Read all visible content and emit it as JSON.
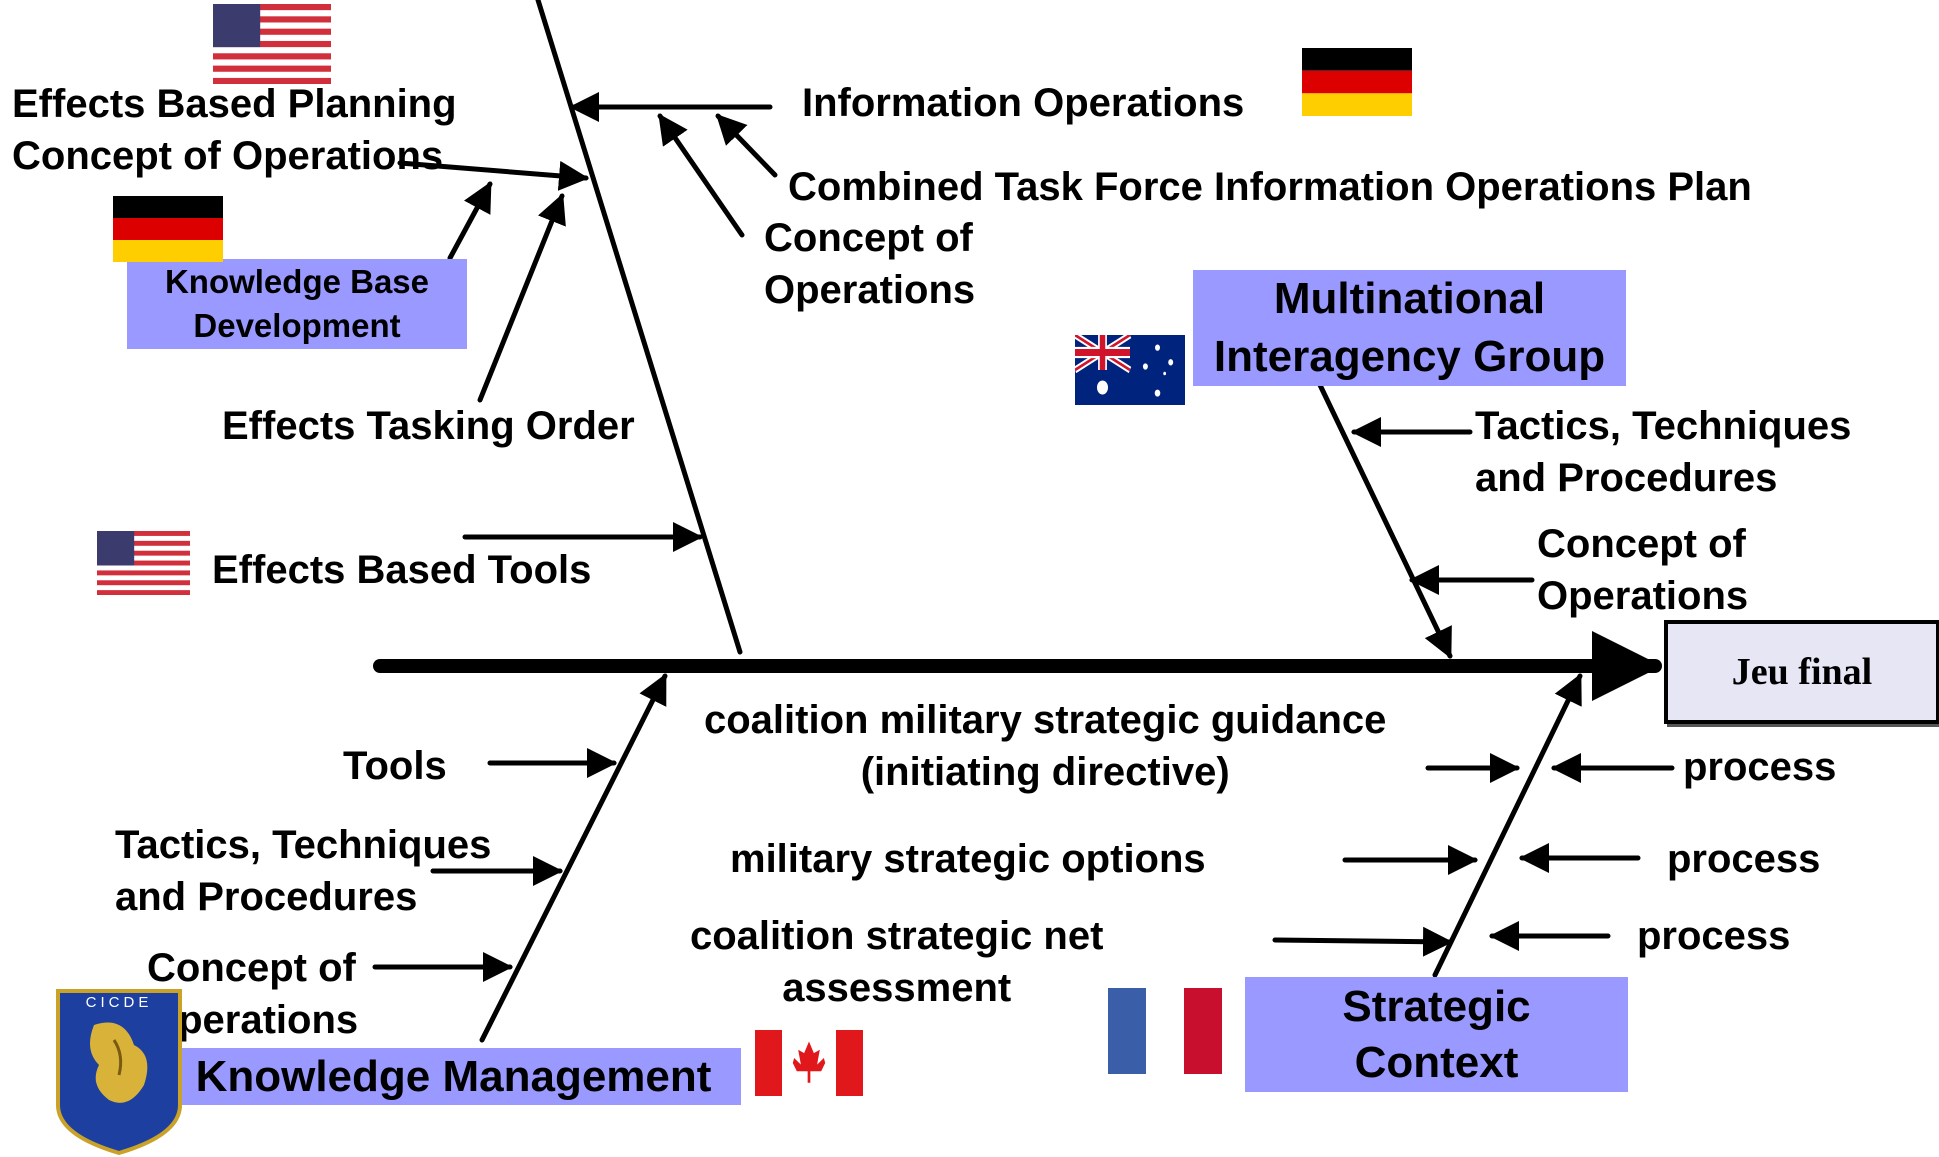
{
  "final_box": "Jeu final",
  "top_left": {
    "effects_based_planning": [
      "Effects Based Planning",
      "Concept of Operations"
    ],
    "knowledge_base_development": [
      "Knowledge Base",
      "Development"
    ],
    "effects_tasking_order": "Effects Tasking Order",
    "effects_based_tools": "Effects Based Tools",
    "information_operations": "Information Operations",
    "ctf_io_plan": "Combined Task Force Information Operations Plan",
    "concept_of_operations": [
      "Concept of",
      "Operations"
    ]
  },
  "top_right": {
    "multinational_group": [
      "Multinational",
      "Interagency Group"
    ],
    "ttp": [
      "Tactics, Techniques",
      "and Procedures"
    ],
    "concept_of_operations": [
      "Concept of",
      "Operations"
    ]
  },
  "bottom_left": {
    "tools": "Tools",
    "ttp": [
      "Tactics, Techniques",
      "and Procedures"
    ],
    "concept_of_operations": [
      "Concept of",
      "Operations"
    ],
    "knowledge_management": "Knowledge Management",
    "logo_text": "CICDE"
  },
  "bottom_middle": {
    "guidance": [
      "coalition military strategic guidance",
      "(initiating directive)"
    ],
    "options": "military strategic options",
    "net_assessment": [
      "coalition strategic net",
      "assessment"
    ]
  },
  "bottom_right": {
    "process_1": "process",
    "process_2": "process",
    "process_3": "process",
    "strategic_context": [
      "Strategic",
      "Context"
    ]
  },
  "flags": [
    "usa-flag",
    "germany-flag",
    "australia-flag",
    "canada-flag",
    "france-flag"
  ],
  "colors": {
    "box_fill": "#9999ff",
    "line": "#000000"
  }
}
